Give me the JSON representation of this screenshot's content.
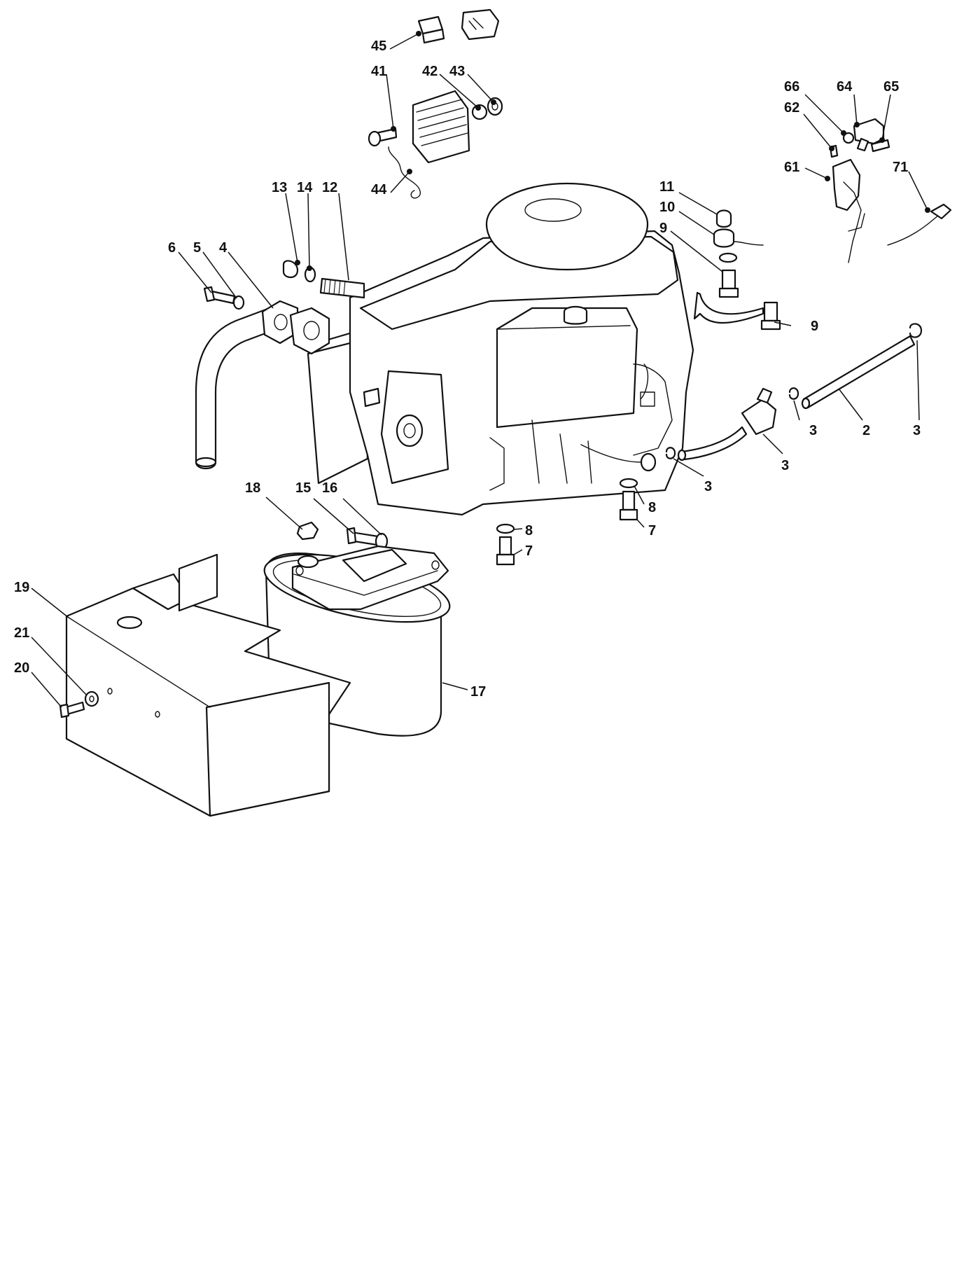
{
  "labels": {
    "l45": "45",
    "l41": "41",
    "l42": "42",
    "l43": "43",
    "l44": "44",
    "l66": "66",
    "l64": "64",
    "l65": "65",
    "l62": "62",
    "l61": "61",
    "l71": "71",
    "l13": "13",
    "l14": "14",
    "l12": "12",
    "l11": "11",
    "l10": "10",
    "l9a": "9",
    "l9b": "9",
    "l6": "6",
    "l5": "5",
    "l4": "4",
    "l3a": "3",
    "l2": "2",
    "l3b": "3",
    "l3c": "3",
    "l3d": "3",
    "l18": "18",
    "l15": "15",
    "l16": "16",
    "l8a": "8",
    "l7a": "7",
    "l8b": "8",
    "l7b": "7",
    "l19": "19",
    "l21": "21",
    "l20": "20",
    "l17": "17"
  }
}
